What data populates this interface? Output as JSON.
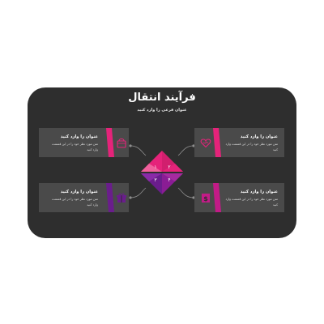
{
  "slide": {
    "title": "فرآیند انتقال",
    "subtitle": "عنوان فرعی را وارد کنید"
  },
  "cards": [
    {
      "title": "عنوان را وارد کنید",
      "text": "متن مورد نظر خود را در این قسمت وارد کنید",
      "icon": "handbag-icon",
      "color": "#e5237a"
    },
    {
      "title": "عنوان را وارد کنید",
      "text": "متن مورد نظر خود را در این قسمت وارد کنید",
      "icon": "heart-icon",
      "color": "#e5237a"
    },
    {
      "title": "عنوان را وارد کنید",
      "text": "متن مورد نظر خود را در این قسمت وارد کنید",
      "icon": "gift-icon",
      "color": "#6a1d8c"
    },
    {
      "title": "عنوان را وارد کنید",
      "text": "متن مورد نظر خود را در این قسمت وارد کنید",
      "icon": "dollar-icon",
      "color": "#c21b87"
    }
  ],
  "center_numbers": [
    "۱",
    "۲",
    "۳",
    "۴"
  ],
  "colors": {
    "background": "#2e2e2e",
    "card": "#4a4a4a",
    "pink": "#e5237a",
    "magenta": "#c21b87",
    "purple": "#6a1d8c",
    "violet": "#8a1c94"
  }
}
